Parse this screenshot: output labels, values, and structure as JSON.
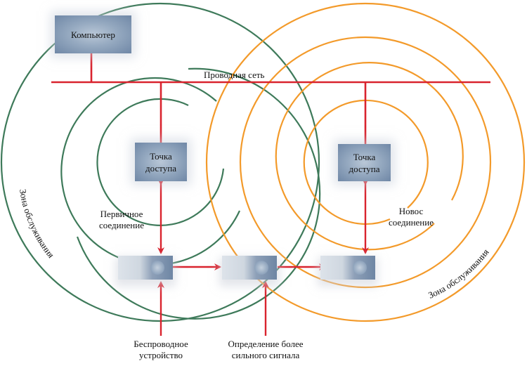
{
  "diagram": {
    "computer": {
      "label": "Компьютер"
    },
    "wired_network": {
      "label": "Проводная сеть"
    },
    "access_points": [
      {
        "label_line1": "Точка",
        "label_line2": "доступа"
      },
      {
        "label_line1": "Точка",
        "label_line2": "доступа"
      }
    ],
    "connections": {
      "primary": {
        "line1": "Первичное",
        "line2": "соединение"
      },
      "new": {
        "line1": "Новос",
        "line2": "соединение"
      }
    },
    "service_zones": [
      {
        "label": "Зона обслуживания",
        "color": "#3e7a5a"
      },
      {
        "label": "Зона обслуживания",
        "color": "#f39a2a"
      }
    ],
    "captions": {
      "wireless_device": {
        "line1": "Беспроводное",
        "line2": "устройство"
      },
      "stronger_signal": {
        "line1": "Определение более",
        "line2": "сильного сигнала"
      }
    },
    "colors": {
      "link": "#d9232e",
      "zone_left": "#3e7a5a",
      "zone_right": "#f39a2a"
    },
    "devices": [
      {
        "name": "wireless-device-initial"
      },
      {
        "name": "wireless-device-transition"
      },
      {
        "name": "wireless-device-final"
      }
    ]
  }
}
